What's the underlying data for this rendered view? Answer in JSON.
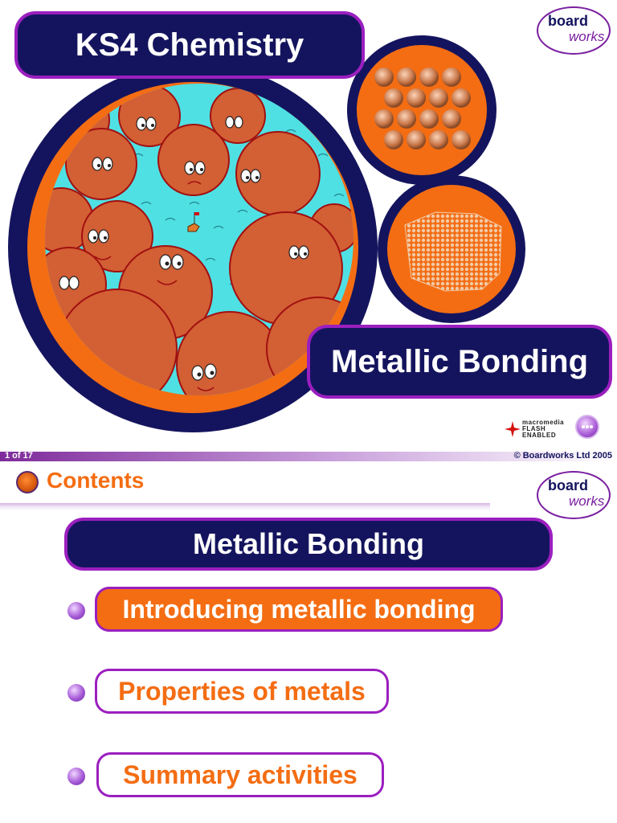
{
  "slide1": {
    "title": "KS4 Chemistry",
    "subtitle": "Metallic Bonding",
    "logo": {
      "line1": "board",
      "line2": "works"
    },
    "flash_badge": {
      "line1": "macromedia",
      "line2": "FLASH",
      "line3": "ENABLED"
    },
    "nav_icon": "forward-dots-icon"
  },
  "footer": {
    "slide_counter": "1 of 17",
    "copyright": "© Boardworks Ltd 2005"
  },
  "slide2": {
    "heading": "Contents",
    "heading_icon": "contents-globe-icon",
    "logo": {
      "line1": "board",
      "line2": "works"
    },
    "section_title": "Metallic Bonding",
    "menu": [
      {
        "label": "Introducing metallic bonding",
        "active": true
      },
      {
        "label": "Properties of metals",
        "active": false
      },
      {
        "label": "Summary activities",
        "active": false
      }
    ]
  },
  "colors": {
    "navy": "#14145e",
    "purple": "#9b1fbf",
    "orange": "#f46d13",
    "cyan": "#4fe0e4"
  }
}
